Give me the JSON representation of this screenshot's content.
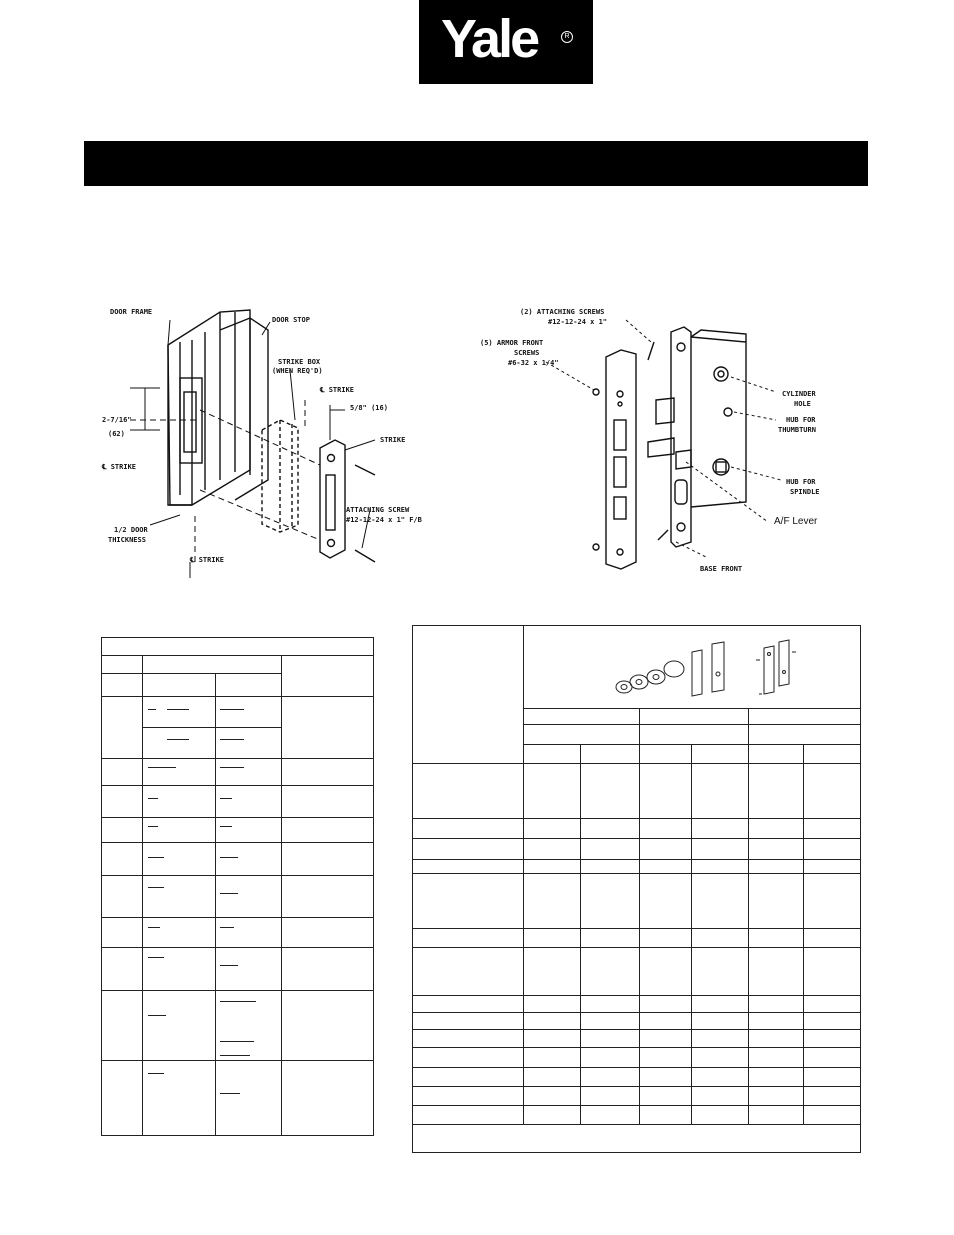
{
  "logo": {
    "text": "Yale",
    "reg": "R"
  },
  "left_diagram": {
    "labels": {
      "door_frame": "DOOR FRAME",
      "door_stop": "DOOR STOP",
      "strike_box_1": "STRIKE BOX",
      "strike_box_2": "(WHEN REQ'D)",
      "cl_strike_top": "℄ STRIKE",
      "dim_58": "5/8\" (16)",
      "strike": "STRIKE",
      "dim_2716": "2-7/16\"",
      "dim_62": "(62)",
      "cl_strike_left": "℄ STRIKE",
      "attaching_screw": "ATTACHING SCREW",
      "attaching_screw_spec": "#12-12-24 x 1\" F/B",
      "half_door_1": "1/2 DOOR",
      "half_door_2": "THICKNESS",
      "cl_strike_bottom": "℄ STRIKE"
    }
  },
  "right_diagram": {
    "labels": {
      "attaching_screws_1": "(2) ATTACHING SCREWS",
      "attaching_screws_2": "#12-12-24 x 1\"",
      "armor_front_1": "(5) ARMOR FRONT",
      "armor_front_2": "SCREWS",
      "armor_front_3": "#6-32 x 1/4\"",
      "cylinder_hole_1": "CYLINDER",
      "cylinder_hole_2": "HOLE",
      "hub_thumbturn_1": "HUB FOR",
      "hub_thumbturn_2": "THUMBTURN",
      "hub_spindle_1": "HUB FOR",
      "hub_spindle_2": "SPINDLE",
      "aux_lever": "A/F Lever",
      "base_front": "BASE FRONT"
    }
  }
}
